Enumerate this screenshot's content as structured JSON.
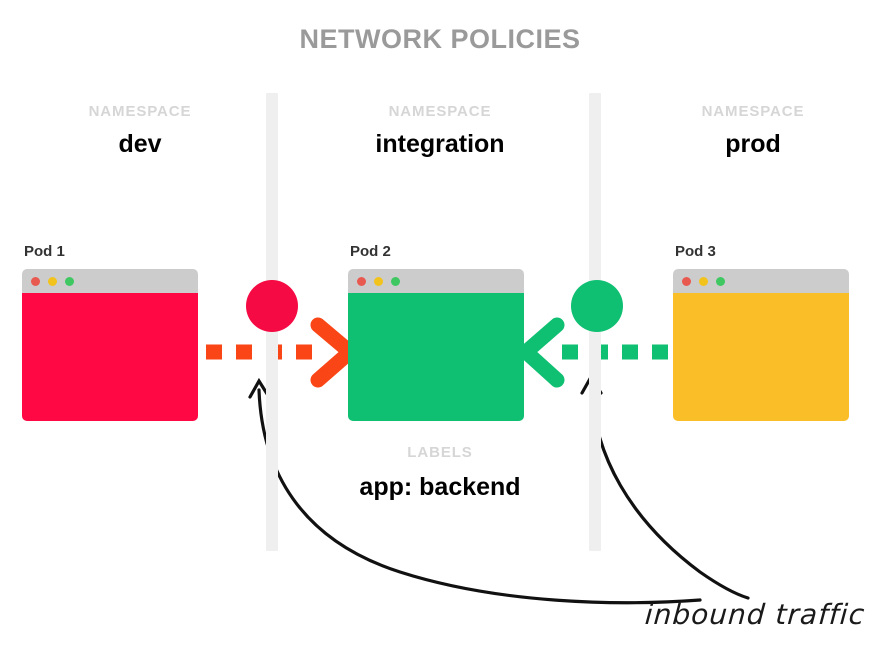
{
  "page": {
    "title": "NETWORK POLICIES",
    "background": "#ffffff"
  },
  "colors": {
    "title_gray": "#9a9a9a",
    "kicker_gray": "#d6d6d6",
    "divider_gray": "#efefef",
    "titlebar_gray": "#cccccc",
    "pod1_red": "#ff0844",
    "pod2_green": "#0fbf72",
    "pod3_yellow": "#f9be28",
    "deny_badge": "#f50a43",
    "allow_badge": "#0fbf72",
    "deny_arrow": "#fa4616",
    "allow_arrow": "#0fbf72",
    "annotation_black": "#1a1a1a"
  },
  "namespaces": [
    {
      "kicker": "NAMESPACE",
      "name": "dev"
    },
    {
      "kicker": "NAMESPACE",
      "name": "integration"
    },
    {
      "kicker": "NAMESPACE",
      "name": "prod"
    }
  ],
  "pods": [
    {
      "label": "Pod 1",
      "color": "#ff0844",
      "dots": [
        "red",
        "yellow",
        "green"
      ]
    },
    {
      "label": "Pod 2",
      "color": "#0fbf72",
      "dots": [
        "red",
        "yellow",
        "green"
      ]
    },
    {
      "label": "Pod 3",
      "color": "#f9be28",
      "dots": [
        "red",
        "yellow",
        "green"
      ]
    }
  ],
  "badges": [
    {
      "kind": "deny",
      "glyph": "x-mark",
      "color": "#f50a43"
    },
    {
      "kind": "allow",
      "glyph": "check-mark",
      "color": "#0fbf72"
    }
  ],
  "flows": [
    {
      "from": "Pod 1",
      "to": "Pod 2",
      "status": "blocked",
      "direction": "right",
      "color": "#fa4616"
    },
    {
      "from": "Pod 3",
      "to": "Pod 2",
      "status": "allowed",
      "direction": "left",
      "color": "#0fbf72"
    }
  ],
  "labels_block": {
    "kicker": "LABELS",
    "value": "app: backend"
  },
  "annotation": {
    "text": "inbound traffic"
  }
}
